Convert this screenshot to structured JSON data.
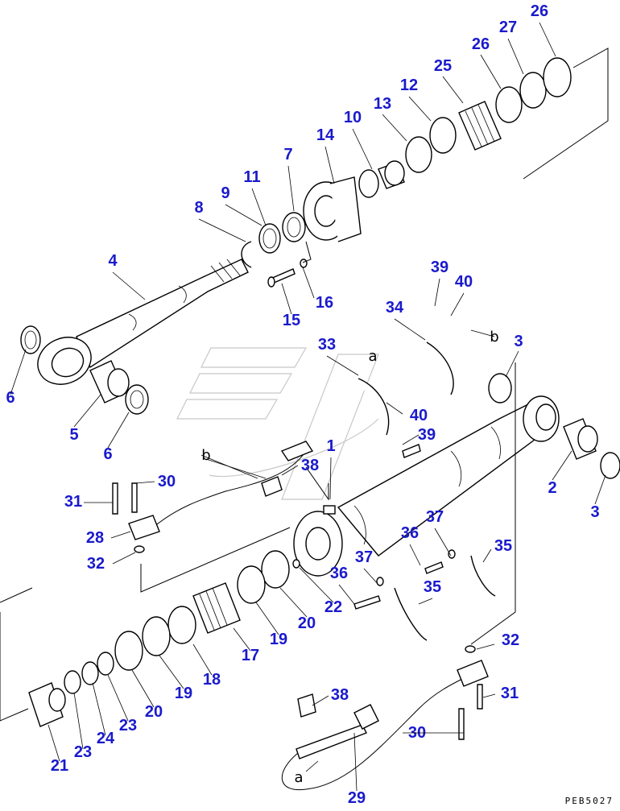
{
  "callouts": [
    "26",
    "27",
    "26",
    "25",
    "12",
    "13",
    "10",
    "14",
    "7",
    "11",
    "9",
    "8",
    "4",
    "16",
    "15",
    "39",
    "40",
    "34",
    "33",
    "a",
    "b",
    "3",
    "6",
    "5",
    "6",
    "1",
    "40",
    "39",
    "38",
    "b",
    "30",
    "31",
    "28",
    "32",
    "2",
    "3",
    "37",
    "36",
    "35",
    "37",
    "36",
    "35",
    "22",
    "20",
    "19",
    "17",
    "18",
    "19",
    "20",
    "23",
    "24",
    "23",
    "21",
    "32",
    "38",
    "31",
    "30",
    "29",
    "a"
  ],
  "drawing_code": "PEB5027"
}
